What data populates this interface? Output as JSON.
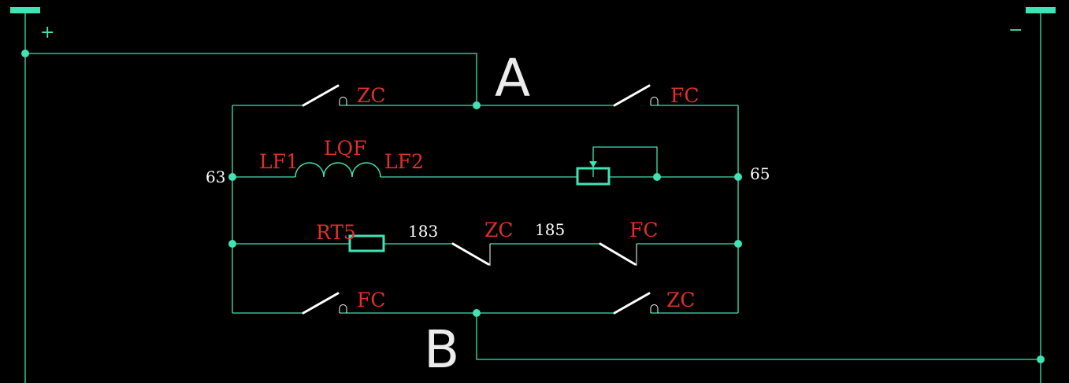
{
  "bus": {
    "positive_sign": "+",
    "negative_sign": "−"
  },
  "points": {
    "a": "A",
    "b": "B"
  },
  "row1": {
    "left_contact": "ZC",
    "right_contact": "FC"
  },
  "row2": {
    "left_node": "63",
    "right_node": "65",
    "coil_left": "LF1",
    "coil_name": "LQF",
    "coil_right": "LF2"
  },
  "row3": {
    "resistor": "RT5",
    "wire_left": "183",
    "left_contact": "ZC",
    "wire_right": "185",
    "right_contact": "FC"
  },
  "row4": {
    "left_contact": "FC",
    "right_contact": "ZC"
  },
  "colors": {
    "wire": "#3fe3b4",
    "label": "#e0302a",
    "contact": "#ffffff"
  },
  "icons": [
    "normally-open-contact-icon",
    "normally-closed-contact-icon",
    "inductor-coil-icon",
    "resistor-icon",
    "rheostat-icon",
    "junction-dot-icon"
  ]
}
